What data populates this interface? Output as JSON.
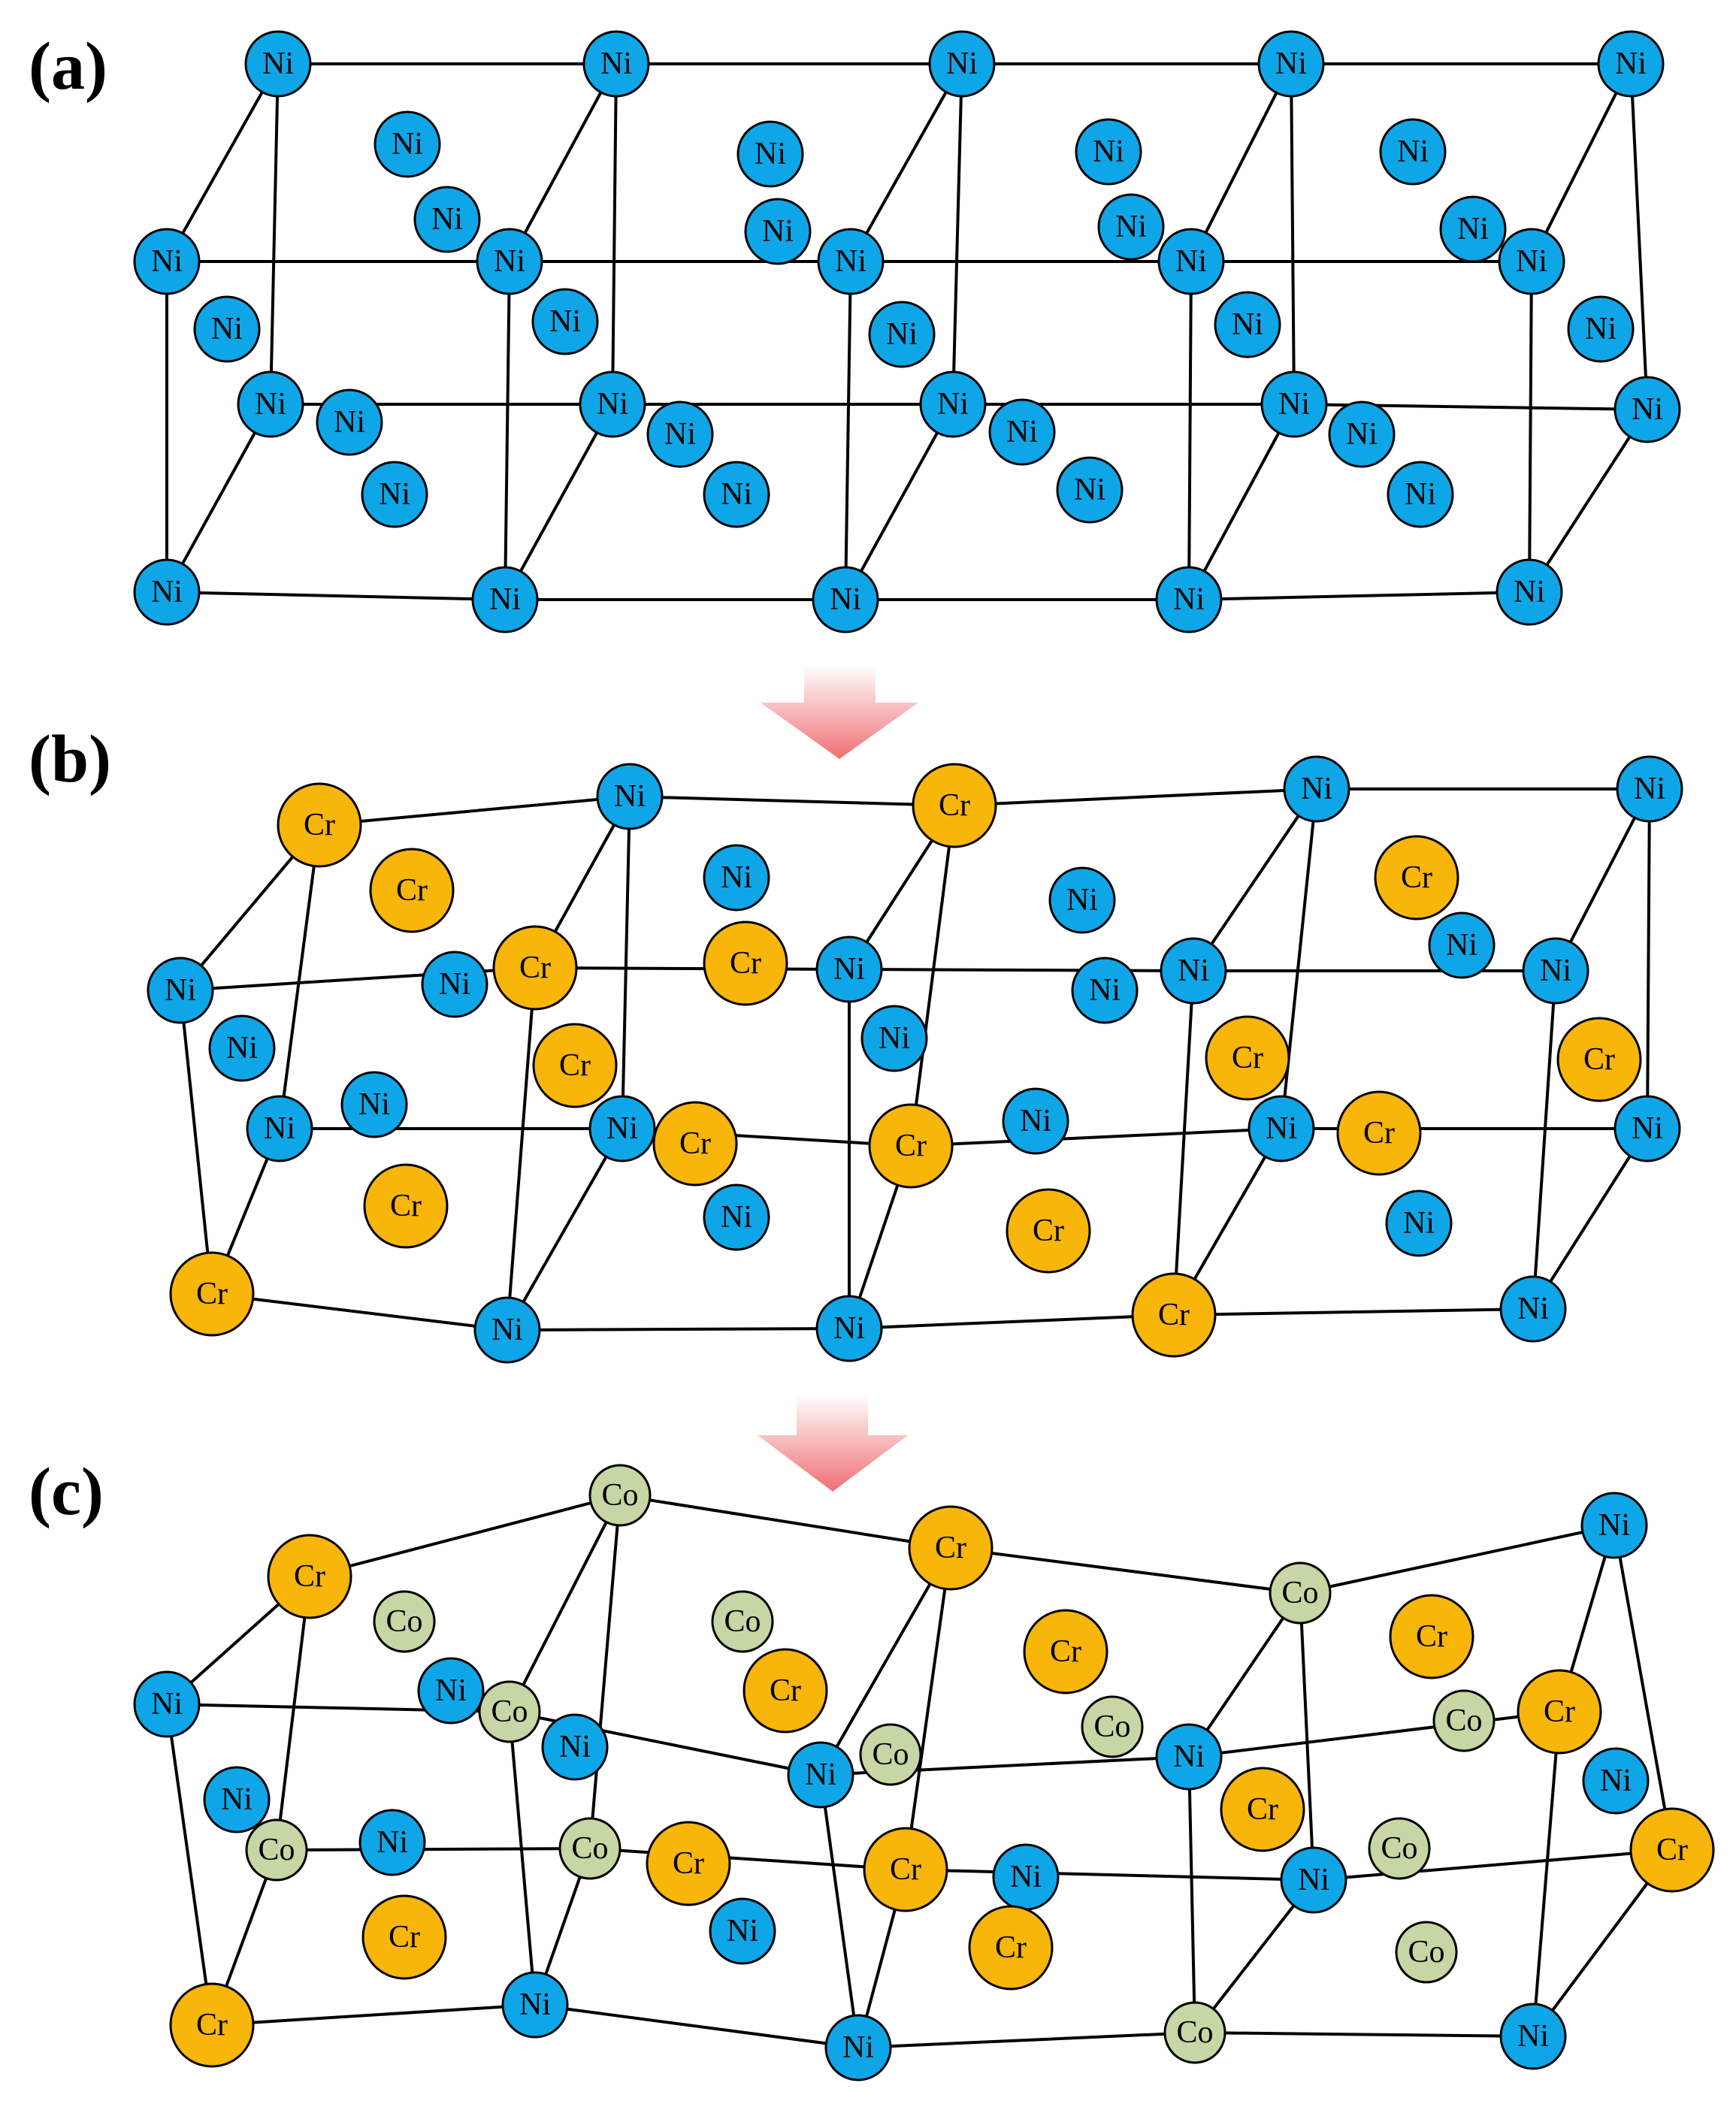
{
  "panels": [
    {
      "label": "(a)"
    },
    {
      "label": "(b)"
    },
    {
      "label": "(c)"
    }
  ],
  "elements": {
    "Ni": {
      "symbol": "Ni",
      "color": "#0fa6e8"
    },
    "Cr": {
      "symbol": "Cr",
      "color": "#f8b50a"
    },
    "Co": {
      "symbol": "Co",
      "color": "#c6d6a4"
    }
  },
  "arrow_color": "#f06f73"
}
